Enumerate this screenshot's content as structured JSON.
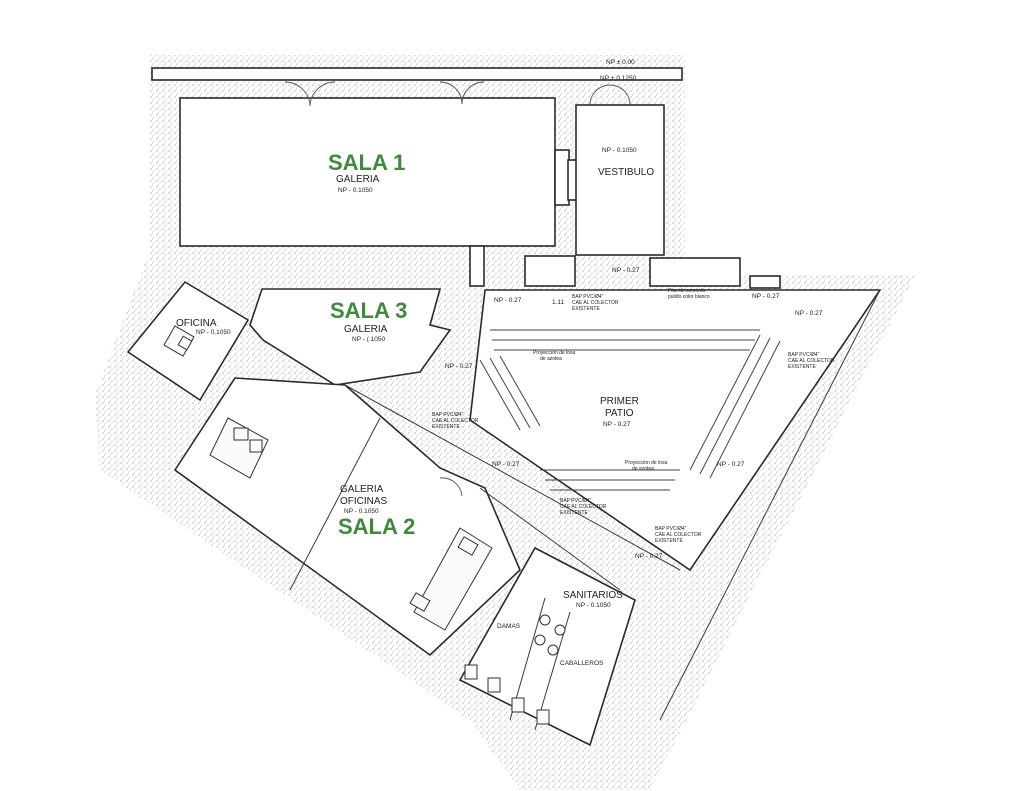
{
  "colors": {
    "sala_label": "#3f8a3a",
    "wall": "#2b2b2b",
    "hatch": "#9a9a9a"
  },
  "rooms": {
    "sala1": {
      "title": "SALA 1",
      "name": "GALERIA",
      "level": "NP - 0.1050"
    },
    "sala2": {
      "title": "SALA 2",
      "name_line1": "GALERIA",
      "name_line2": "OFICINAS",
      "level": "NP - 0.1050"
    },
    "sala3": {
      "title": "SALA 3",
      "name": "GALERIA",
      "level": "NP - (.1050"
    },
    "vestibulo": {
      "name": "VESTIBULO",
      "level": "NP - 0.1050"
    },
    "oficina": {
      "name": "OFICINA",
      "level": "NP - 0.1050"
    },
    "patio": {
      "name_line1": "PRIMER",
      "name_line2": "PATIO",
      "level": "NP - 0.27"
    },
    "sanitarios": {
      "name": "SANITARIOS",
      "level": "NP - 0.1050",
      "damas": "DAMAS",
      "caballeros": "CABALLEROS"
    }
  },
  "levels": {
    "top1": "NP ± 0.00",
    "top2": "NP + 0.1250",
    "np027": "NP - 0.27",
    "dim": "1.11"
  },
  "notes": {
    "bap1": "BAP PVC/Ø4\"",
    "bap2": "CAE AL COLECTOR",
    "bap3": "EXISTENTE",
    "proy1": "Proyección de losa",
    "proy2": "de azotea",
    "piso1": "Piso de cemento",
    "piso2": "pulido color blanco"
  }
}
